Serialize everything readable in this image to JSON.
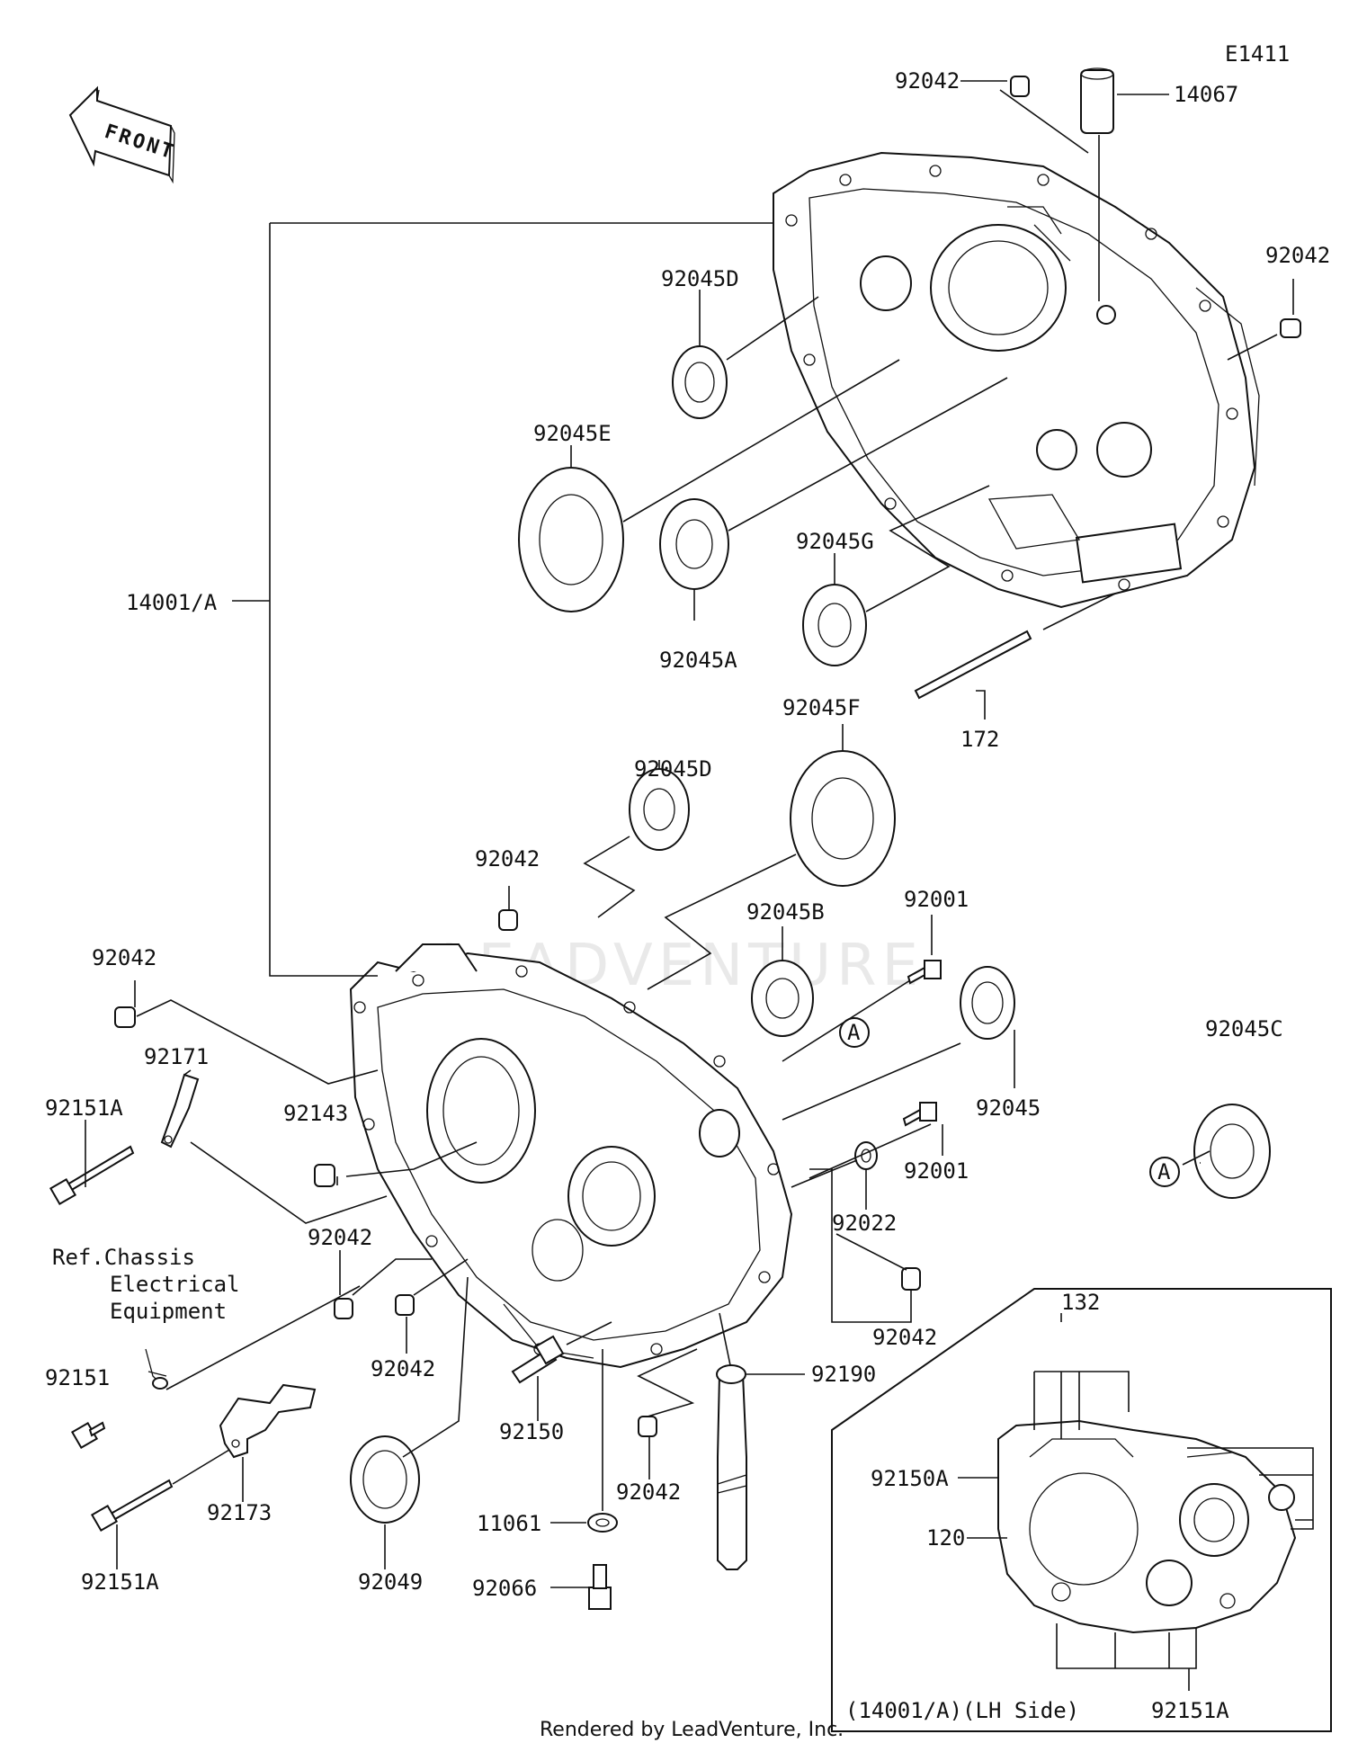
{
  "diagram_code": "E1411",
  "front_label": "FRONT",
  "watermark": "LEADVENTURE",
  "footer": "Rendered by LeadVenture, Inc.",
  "reference_note": [
    "Ref.Chassis",
    "Electrical",
    "Equipment"
  ],
  "inset_caption": "(14001/A)(LH Side)",
  "circle_ref": "A",
  "labels": {
    "p92042_top": "92042",
    "p14067": "14067",
    "p92042_right": "92042",
    "p92045D_top": "92045D",
    "p92045E": "92045E",
    "p92045G": "92045G",
    "p92045A": "92045A",
    "p14001A": "14001/A",
    "p172": "172",
    "p92045F": "92045F",
    "p92045D_mid": "92045D",
    "p92042_mid": "92042",
    "p92045B": "92045B",
    "p92001_top": "92001",
    "p92042_left": "92042",
    "p92171": "92171",
    "p92045C": "92045C",
    "p92151A_left": "92151A",
    "p92143": "92143",
    "p92045": "92045",
    "p92001_mid": "92001",
    "p92042_low": "92042",
    "p92022": "92022",
    "p92151": "92151",
    "p92042_low2": "92042",
    "p92042_right2": "92042",
    "p92190": "92190",
    "p92150": "92150",
    "p92173": "92173",
    "p92042_bottom": "92042",
    "p92151A_bottom": "92151A",
    "p92049": "92049",
    "p11061": "11061",
    "p92066": "92066",
    "p132": "132",
    "p92150A": "92150A",
    "p120": "120",
    "p92151A_inset": "92151A"
  }
}
